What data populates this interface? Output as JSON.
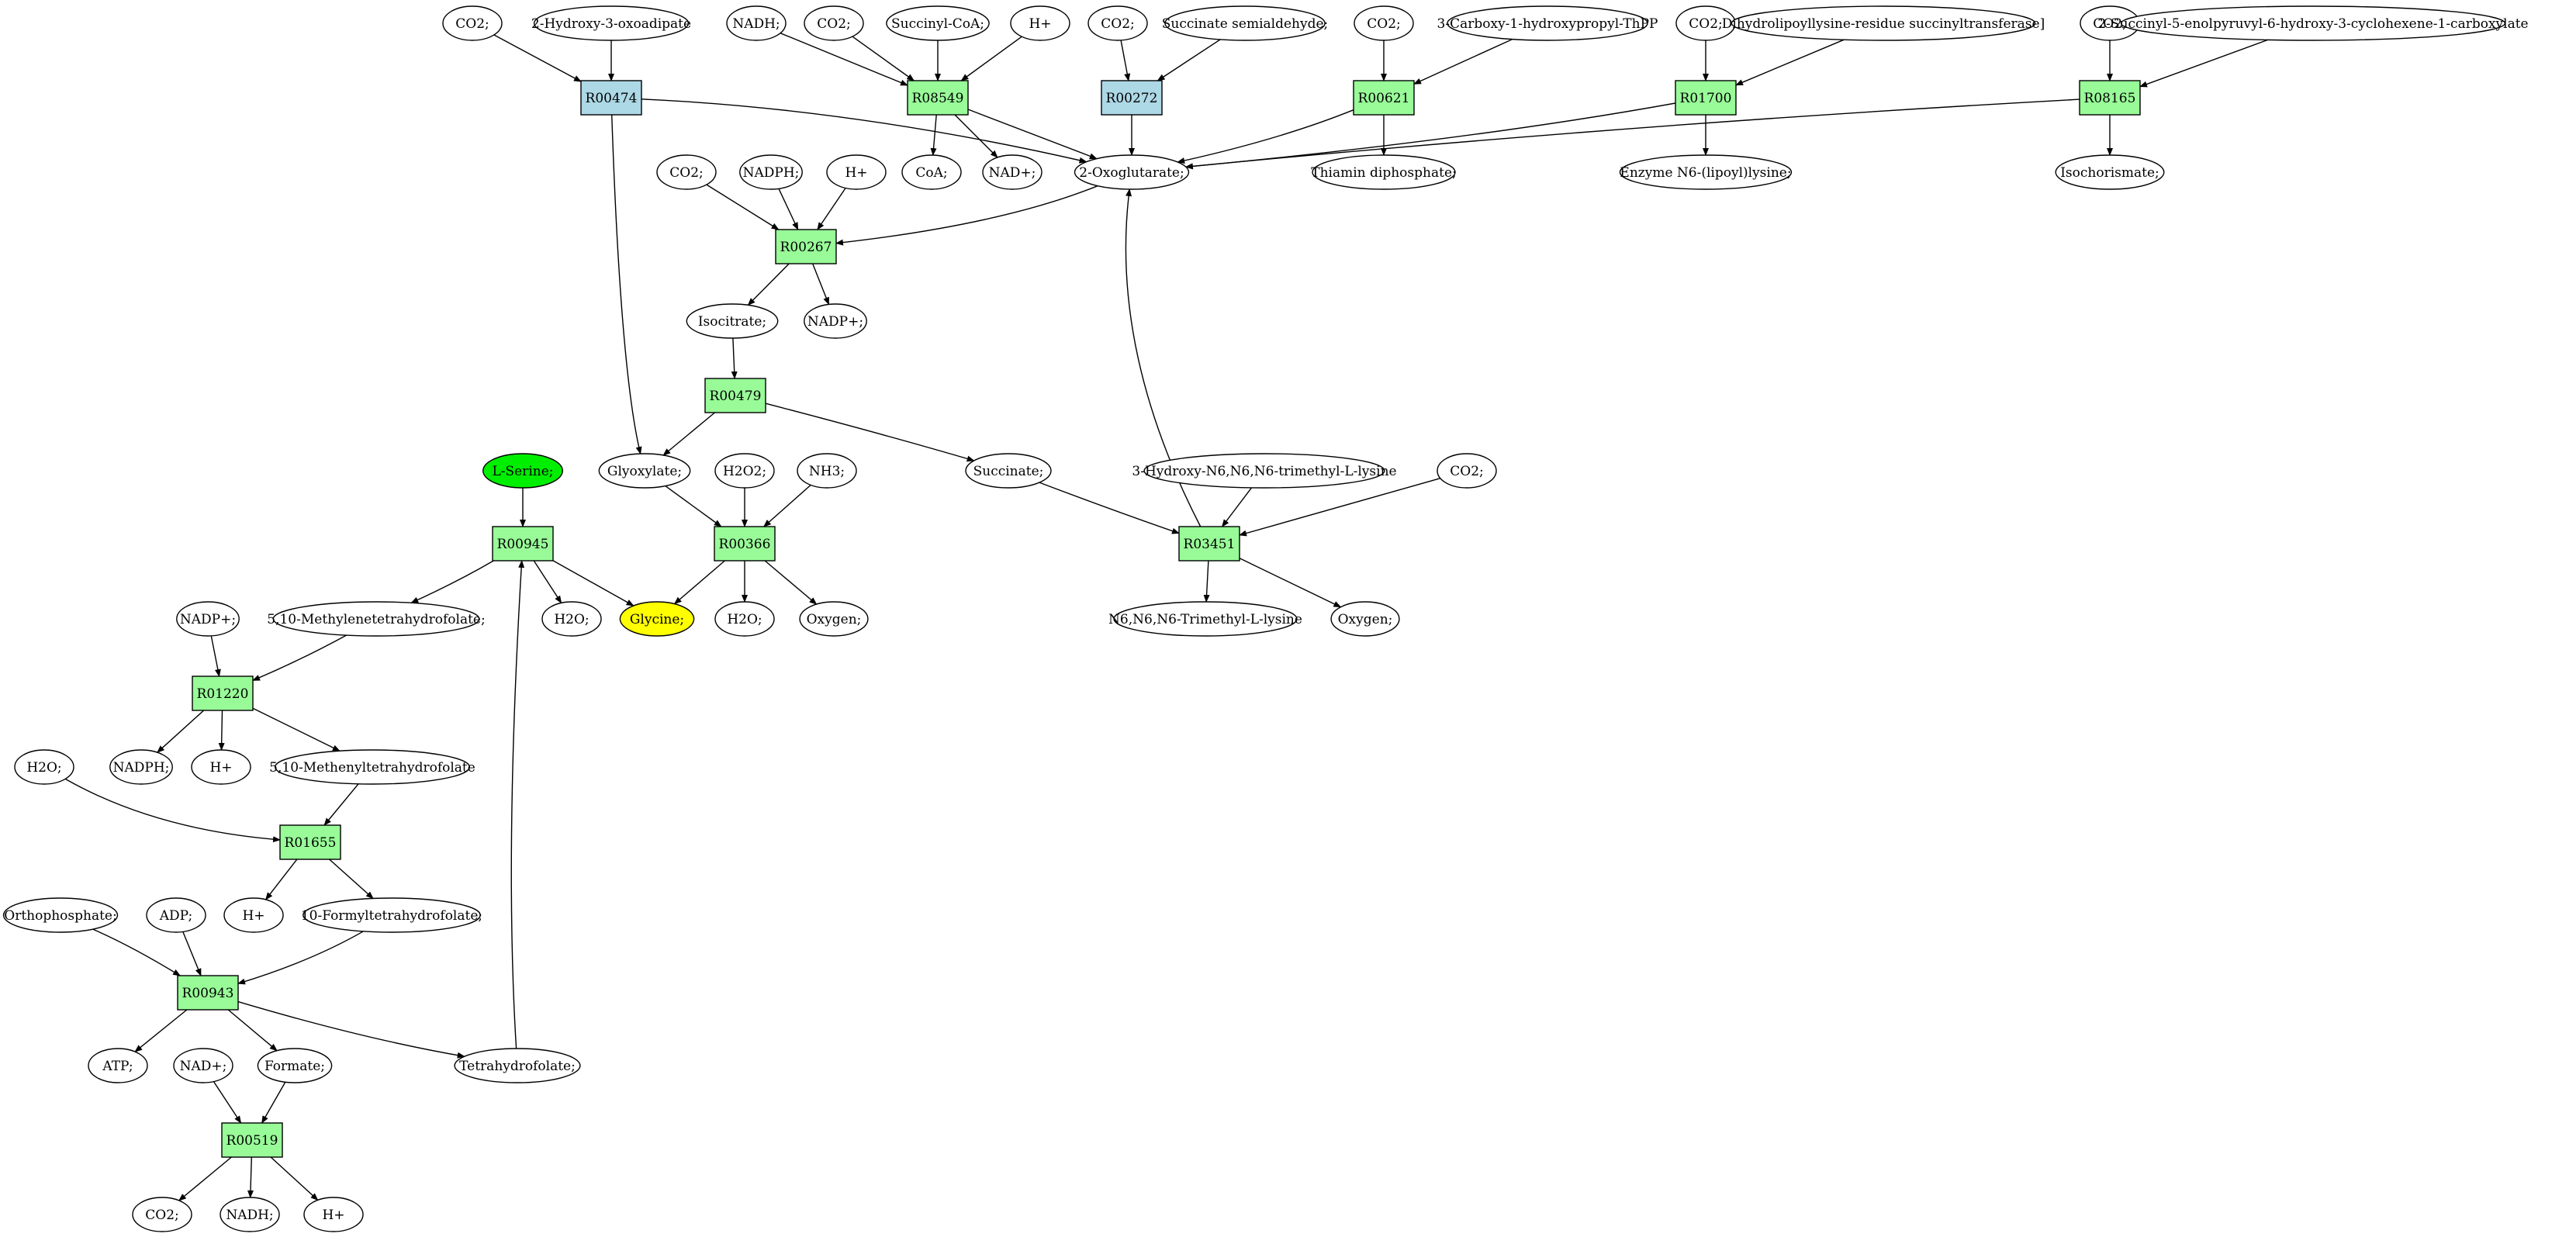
{
  "colors": {
    "reaction_default": "#98fb98",
    "reaction_highlight": "#add8e6",
    "compound_default": "#ffffff",
    "compound_source": "#00ee00",
    "compound_target": "#ffff00",
    "stroke": "#000000"
  },
  "reactions": [
    {
      "id": "R00474",
      "label": "R00474",
      "style": "highlight"
    },
    {
      "id": "R08549",
      "label": "R08549",
      "style": "default"
    },
    {
      "id": "R00272",
      "label": "R00272",
      "style": "highlight"
    },
    {
      "id": "R00621",
      "label": "R00621",
      "style": "default"
    },
    {
      "id": "R01700",
      "label": "R01700",
      "style": "default"
    },
    {
      "id": "R08165",
      "label": "R08165",
      "style": "default"
    },
    {
      "id": "R00267",
      "label": "R00267",
      "style": "default"
    },
    {
      "id": "R00479",
      "label": "R00479",
      "style": "default"
    },
    {
      "id": "R00945",
      "label": "R00945",
      "style": "default"
    },
    {
      "id": "R00366",
      "label": "R00366",
      "style": "default"
    },
    {
      "id": "R03451",
      "label": "R03451",
      "style": "default"
    },
    {
      "id": "R01220",
      "label": "R01220",
      "style": "default"
    },
    {
      "id": "R01655",
      "label": "R01655",
      "style": "default"
    },
    {
      "id": "R00943",
      "label": "R00943",
      "style": "default"
    },
    {
      "id": "R00519",
      "label": "R00519",
      "style": "default"
    }
  ],
  "compounds": [
    {
      "id": "c_co2_a",
      "label": "CO2;",
      "style": "default"
    },
    {
      "id": "c_hydroxyoxoadipate",
      "label": "2-Hydroxy-3-oxoadipate",
      "style": "default"
    },
    {
      "id": "c_nadh_a",
      "label": "NADH;",
      "style": "default"
    },
    {
      "id": "c_co2_b",
      "label": "CO2;",
      "style": "default"
    },
    {
      "id": "c_succinylcoa",
      "label": "Succinyl-CoA;",
      "style": "default"
    },
    {
      "id": "c_hplus_a",
      "label": "H+",
      "style": "default"
    },
    {
      "id": "c_co2_c",
      "label": "CO2;",
      "style": "default"
    },
    {
      "id": "c_succsemiald",
      "label": "Succinate semialdehyde;",
      "style": "default"
    },
    {
      "id": "c_co2_d",
      "label": "CO2;",
      "style": "default"
    },
    {
      "id": "c_carboxyhpthpp",
      "label": "3-Carboxy-1-hydroxypropyl-ThPP",
      "style": "default"
    },
    {
      "id": "c_co2_e",
      "label": "CO2;",
      "style": "default"
    },
    {
      "id": "c_dihydrolipoyl",
      "label": "Dihydrolipoyllysine-residue succinyltransferase]",
      "style": "default"
    },
    {
      "id": "c_co2_f",
      "label": "CO2;",
      "style": "default"
    },
    {
      "id": "c_sephchc",
      "label": "2-Succinyl-5-enolpyruvyl-6-hydroxy-3-cyclohexene-1-carboxylate",
      "style": "default"
    },
    {
      "id": "c_coa",
      "label": "CoA;",
      "style": "default"
    },
    {
      "id": "c_nadplus_a",
      "label": "NAD+;",
      "style": "default"
    },
    {
      "id": "c_oxoglutarate",
      "label": "2-Oxoglutarate;",
      "style": "default"
    },
    {
      "id": "c_thiamindp",
      "label": "Thiamin diphosphate;",
      "style": "default"
    },
    {
      "id": "c_enzymen6",
      "label": "Enzyme N6-(lipoyl)lysine;",
      "style": "default"
    },
    {
      "id": "c_isochorismate",
      "label": "Isochorismate;",
      "style": "default"
    },
    {
      "id": "c_co2_g",
      "label": "CO2;",
      "style": "default"
    },
    {
      "id": "c_nadph_a",
      "label": "NADPH;",
      "style": "default"
    },
    {
      "id": "c_hplus_b",
      "label": "H+",
      "style": "default"
    },
    {
      "id": "c_isocitrate",
      "label": "Isocitrate;",
      "style": "default"
    },
    {
      "id": "c_nadpplus_a",
      "label": "NADP+;",
      "style": "default"
    },
    {
      "id": "c_lserine",
      "label": "L-Serine;",
      "style": "source"
    },
    {
      "id": "c_glyoxylate",
      "label": "Glyoxylate;",
      "style": "default"
    },
    {
      "id": "c_h2o2",
      "label": "H2O2;",
      "style": "default"
    },
    {
      "id": "c_nh3",
      "label": "NH3;",
      "style": "default"
    },
    {
      "id": "c_succinate",
      "label": "Succinate;",
      "style": "default"
    },
    {
      "id": "c_hydroxytml",
      "label": "3-Hydroxy-N6,N6,N6-trimethyl-L-lysine",
      "style": "default"
    },
    {
      "id": "c_co2_h",
      "label": "CO2;",
      "style": "default"
    },
    {
      "id": "c_methylenethf",
      "label": "5,10-Methylenetetrahydrofolate;",
      "style": "default"
    },
    {
      "id": "c_h2o_a",
      "label": "H2O;",
      "style": "default"
    },
    {
      "id": "c_glycine",
      "label": "Glycine;",
      "style": "target"
    },
    {
      "id": "c_h2o_b",
      "label": "H2O;",
      "style": "default"
    },
    {
      "id": "c_oxygen_a",
      "label": "Oxygen;",
      "style": "default"
    },
    {
      "id": "c_tml",
      "label": "N6,N6,N6-Trimethyl-L-lysine",
      "style": "default"
    },
    {
      "id": "c_oxygen_b",
      "label": "Oxygen;",
      "style": "default"
    },
    {
      "id": "c_nadpplus_b",
      "label": "NADP+;",
      "style": "default"
    },
    {
      "id": "c_nadph_b",
      "label": "NADPH;",
      "style": "default"
    },
    {
      "id": "c_hplus_c",
      "label": "H+",
      "style": "default"
    },
    {
      "id": "c_methenylthf",
      "label": "5,10-Methenyltetrahydrofolate",
      "style": "default"
    },
    {
      "id": "c_h2o_c",
      "label": "H2O;",
      "style": "default"
    },
    {
      "id": "c_hplus_d",
      "label": "H+",
      "style": "default"
    },
    {
      "id": "c_formylthf",
      "label": "10-Formyltetrahydrofolate;",
      "style": "default"
    },
    {
      "id": "c_orthophosphate",
      "label": "Orthophosphate;",
      "style": "default"
    },
    {
      "id": "c_adp",
      "label": "ADP;",
      "style": "default"
    },
    {
      "id": "c_atp",
      "label": "ATP;",
      "style": "default"
    },
    {
      "id": "c_nadplus_b",
      "label": "NAD+;",
      "style": "default"
    },
    {
      "id": "c_formate",
      "label": "Formate;",
      "style": "default"
    },
    {
      "id": "c_thf",
      "label": "Tetrahydrofolate;",
      "style": "default"
    },
    {
      "id": "c_co2_i",
      "label": "CO2;",
      "style": "default"
    },
    {
      "id": "c_nadh_b",
      "label": "NADH;",
      "style": "default"
    },
    {
      "id": "c_hplus_e",
      "label": "H+",
      "style": "default"
    }
  ],
  "edges": [
    [
      "c_co2_a",
      "R00474"
    ],
    [
      "c_hydroxyoxoadipate",
      "R00474"
    ],
    [
      "R00474",
      "c_oxoglutarate"
    ],
    [
      "R00474",
      "c_glyoxylate"
    ],
    [
      "c_nadh_a",
      "R08549"
    ],
    [
      "c_co2_b",
      "R08549"
    ],
    [
      "c_succinylcoa",
      "R08549"
    ],
    [
      "c_hplus_a",
      "R08549"
    ],
    [
      "R08549",
      "c_coa"
    ],
    [
      "R08549",
      "c_nadplus_a"
    ],
    [
      "R08549",
      "c_oxoglutarate"
    ],
    [
      "c_co2_c",
      "R00272"
    ],
    [
      "c_succsemiald",
      "R00272"
    ],
    [
      "R00272",
      "c_oxoglutarate"
    ],
    [
      "c_co2_d",
      "R00621"
    ],
    [
      "c_carboxyhpthpp",
      "R00621"
    ],
    [
      "R00621",
      "c_thiamindp"
    ],
    [
      "R00621",
      "c_oxoglutarate"
    ],
    [
      "c_co2_e",
      "R01700"
    ],
    [
      "c_dihydrolipoyl",
      "R01700"
    ],
    [
      "R01700",
      "c_enzymen6"
    ],
    [
      "R01700",
      "c_oxoglutarate"
    ],
    [
      "c_co2_f",
      "R08165"
    ],
    [
      "c_sephchc",
      "R08165"
    ],
    [
      "R08165",
      "c_isochorismate"
    ],
    [
      "R08165",
      "c_oxoglutarate"
    ],
    [
      "c_oxoglutarate",
      "R00267"
    ],
    [
      "c_co2_g",
      "R00267"
    ],
    [
      "c_nadph_a",
      "R00267"
    ],
    [
      "c_hplus_b",
      "R00267"
    ],
    [
      "R00267",
      "c_isocitrate"
    ],
    [
      "R00267",
      "c_nadpplus_a"
    ],
    [
      "c_isocitrate",
      "R00479"
    ],
    [
      "R00479",
      "c_glyoxylate"
    ],
    [
      "R00479",
      "c_succinate"
    ],
    [
      "c_lserine",
      "R00945"
    ],
    [
      "c_thf",
      "R00945"
    ],
    [
      "R00945",
      "c_methylenethf"
    ],
    [
      "R00945",
      "c_h2o_a"
    ],
    [
      "R00945",
      "c_glycine"
    ],
    [
      "c_glyoxylate",
      "R00366"
    ],
    [
      "c_h2o2",
      "R00366"
    ],
    [
      "c_nh3",
      "R00366"
    ],
    [
      "R00366",
      "c_glycine"
    ],
    [
      "R00366",
      "c_h2o_b"
    ],
    [
      "R00366",
      "c_oxygen_a"
    ],
    [
      "c_succinate",
      "R03451"
    ],
    [
      "c_hydroxytml",
      "R03451"
    ],
    [
      "c_co2_h",
      "R03451"
    ],
    [
      "R03451",
      "c_tml"
    ],
    [
      "R03451",
      "c_oxygen_b"
    ],
    [
      "R03451",
      "c_oxoglutarate"
    ],
    [
      "c_nadpplus_b",
      "R01220"
    ],
    [
      "c_methylenethf",
      "R01220"
    ],
    [
      "R01220",
      "c_nadph_b"
    ],
    [
      "R01220",
      "c_hplus_c"
    ],
    [
      "R01220",
      "c_methenylthf"
    ],
    [
      "c_methenylthf",
      "R01655"
    ],
    [
      "c_h2o_c",
      "R01655"
    ],
    [
      "R01655",
      "c_hplus_d"
    ],
    [
      "R01655",
      "c_formylthf"
    ],
    [
      "c_orthophosphate",
      "R00943"
    ],
    [
      "c_adp",
      "R00943"
    ],
    [
      "c_formylthf",
      "R00943"
    ],
    [
      "R00943",
      "c_atp"
    ],
    [
      "R00943",
      "c_formate"
    ],
    [
      "R00943",
      "c_thf"
    ],
    [
      "c_nadplus_b",
      "R00519"
    ],
    [
      "c_formate",
      "R00519"
    ],
    [
      "R00519",
      "c_co2_i"
    ],
    [
      "R00519",
      "c_nadh_b"
    ],
    [
      "R00519",
      "c_hplus_e"
    ]
  ]
}
